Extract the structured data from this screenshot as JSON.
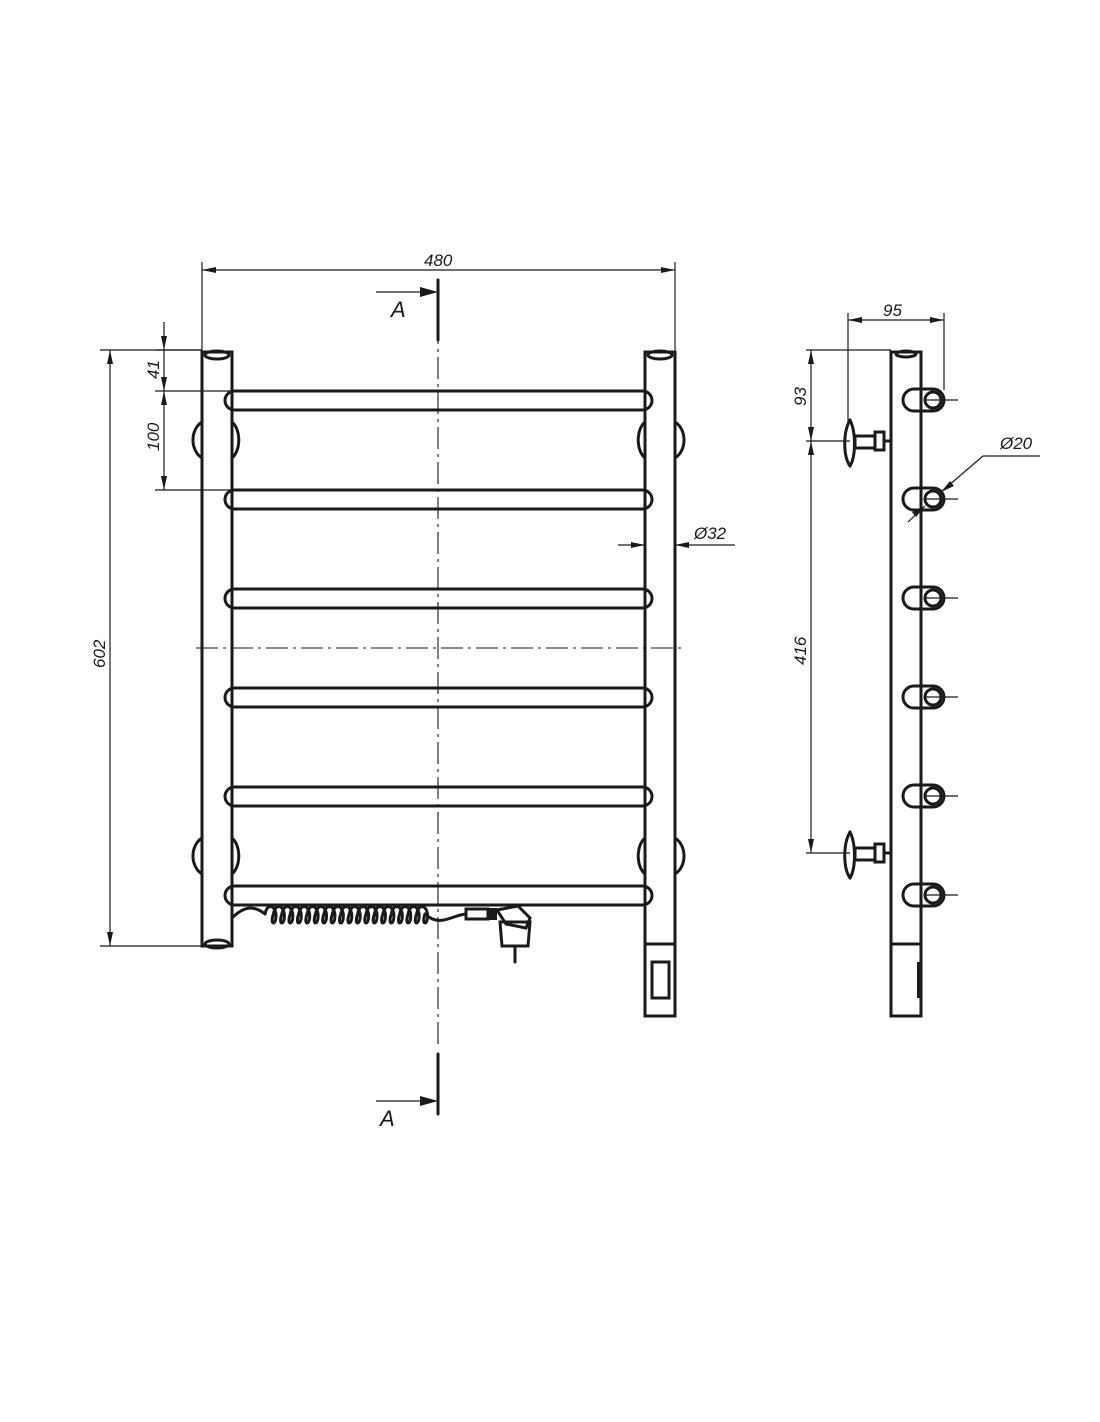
{
  "dimensions": {
    "overall_width": "480",
    "overall_height": "602",
    "top_offset": "41",
    "rung_spacing": "100",
    "post_diameter": "Ø32",
    "depth": "95",
    "top_to_bracket": "93",
    "bracket_spacing": "416",
    "rung_diameter": "Ø20"
  },
  "section": {
    "top_label": "A",
    "bottom_label": "A"
  }
}
